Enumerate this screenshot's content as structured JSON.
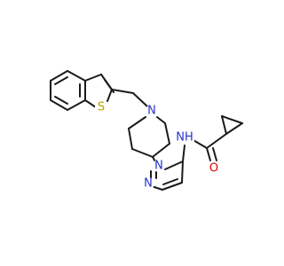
{
  "molecule": {
    "atoms": {
      "sulfur": "S",
      "piperidine_nitrogen": "N",
      "pyrazole_n1": "N",
      "pyrazole_n2": "N",
      "amide_nitrogen": "NH",
      "carbonyl_oxygen": "O"
    },
    "colors": {
      "carbon_bonds": "#1a1a1a",
      "nitrogen": "#2433c9",
      "sulfur": "#b8a000",
      "oxygen": "#e00000"
    }
  }
}
